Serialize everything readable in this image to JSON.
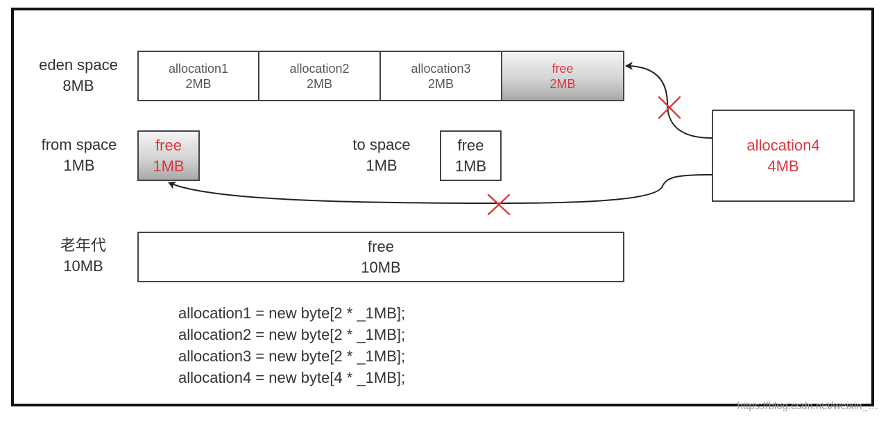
{
  "eden": {
    "label": "eden space",
    "size": "8MB",
    "cells": [
      {
        "name": "allocation1",
        "size": "2MB",
        "state": "used"
      },
      {
        "name": "allocation2",
        "size": "2MB",
        "state": "used"
      },
      {
        "name": "allocation3",
        "size": "2MB",
        "state": "used"
      },
      {
        "name": "free",
        "size": "2MB",
        "state": "free"
      }
    ]
  },
  "from_space": {
    "label": "from space",
    "size": "1MB",
    "box_name": "free",
    "box_size": "1MB"
  },
  "to_space": {
    "label": "to space",
    "size": "1MB",
    "box_name": "free",
    "box_size": "1MB"
  },
  "old_gen": {
    "label": "老年代",
    "size": "10MB",
    "box_name": "free",
    "box_size": "10MB"
  },
  "allocation4": {
    "name": "allocation4",
    "size": "4MB"
  },
  "code_lines": [
    "allocation1 = new byte[2 * _1MB];",
    "allocation2 = new byte[2 * _1MB];",
    "allocation3 = new byte[2 * _1MB];",
    "allocation4 = new byte[4 * _1MB];"
  ],
  "watermark": "https://blog.csdn.net/weixin_…",
  "colors": {
    "accent_red": "#d9363e",
    "border": "#444444",
    "free_gray": "#bdbdbd"
  }
}
